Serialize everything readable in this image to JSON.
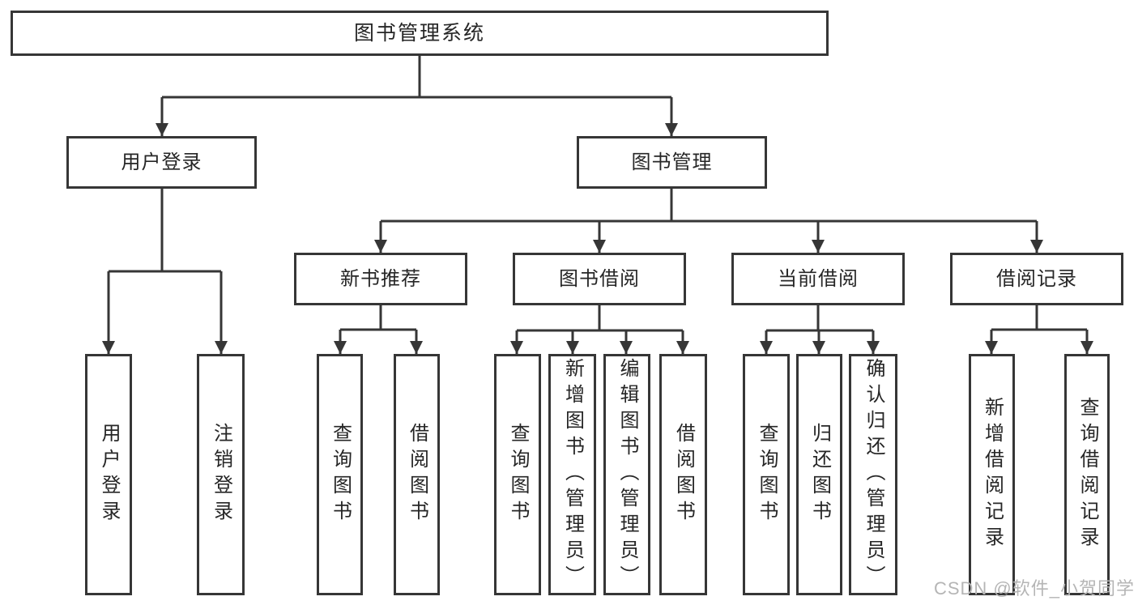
{
  "diagram": {
    "root": {
      "label": "图书管理系统",
      "children": [
        {
          "label": "用户登录",
          "children": [
            {
              "label": "用户登录"
            },
            {
              "label": "注销登录"
            }
          ]
        },
        {
          "label": "图书管理",
          "children": [
            {
              "label": "新书推荐",
              "children": [
                {
                  "label": "查询图书"
                },
                {
                  "label": "借阅图书"
                }
              ]
            },
            {
              "label": "图书借阅",
              "children": [
                {
                  "label": "查询图书"
                },
                {
                  "label": "新增图书（管理员）"
                },
                {
                  "label": "编辑图书（管理员）"
                },
                {
                  "label": "借阅图书"
                }
              ]
            },
            {
              "label": "当前借阅",
              "children": [
                {
                  "label": "查询图书"
                },
                {
                  "label": "归还图书"
                },
                {
                  "label": "确认归还（管理员）"
                }
              ]
            },
            {
              "label": "借阅记录",
              "children": [
                {
                  "label": "新增借阅记录"
                },
                {
                  "label": "查询借阅记录"
                }
              ]
            }
          ]
        }
      ]
    }
  },
  "watermark": {
    "text": "CSDN @软件_小贺同学"
  },
  "colors": {
    "line": "#363636",
    "box_border": "#363636",
    "text": "#262626",
    "watermark": "#b5b5b5",
    "background": "#ffffff"
  }
}
